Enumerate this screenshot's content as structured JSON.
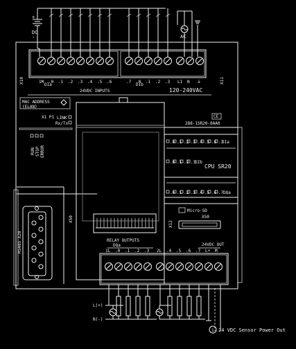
{
  "top": {
    "dc_plus": "+",
    "dc_label": "DC",
    "dc_minus": "-",
    "ac_label": "AC"
  },
  "input_block": {
    "port_label": "X10",
    "terminals_left": [
      "1M",
      ".0",
      ".1",
      ".2",
      ".3",
      ".4",
      ".5",
      ".6"
    ],
    "terminals_right": [
      ".7",
      ".0",
      ".1",
      ".2",
      ".3"
    ],
    "terminals_power": [
      "L1",
      "N",
      "⏚"
    ],
    "group_label_left": "DIa",
    "group_label_right": "DIb",
    "inputs_label": "24VDC INPUTS",
    "power_label": "120-240VAC",
    "x11_label": "X11"
  },
  "left_panel": {
    "mac_line1": "MAC ADDRESS",
    "mac_line2": "(ELAN)",
    "x1_label": "X1 P1",
    "link_label": "LINK",
    "rxtx_label": "Rx/Tx",
    "status_labels": [
      "RUN",
      "STOP",
      "ERROR"
    ],
    "rs485_label": "RS485 X20",
    "side_label": "X50"
  },
  "right_panel": {
    "ce_mark": "CE",
    "part_number": "288-1SR20-0AA0",
    "di_leds_a": [
      ".0",
      ".1",
      ".2",
      ".3",
      ".4",
      ".5",
      ".6",
      ".7"
    ],
    "di_leds_a_label": "DIa",
    "di_leds_b": [
      ".0",
      ".1",
      ".2",
      ".3"
    ],
    "di_leds_b_label": "DIb",
    "cpu_label": "CPU SR20",
    "do_leds": [
      ".0",
      ".1",
      ".2",
      ".3",
      ".4",
      ".5",
      ".6",
      ".7"
    ],
    "do_leds_label": "DQa",
    "micro_sd_label": "Micro-SD",
    "micro_sd_port": "X50",
    "x12_label": "X12"
  },
  "output_block": {
    "relay_label": "RELAY OUTPUTS",
    "dqa_label": "DQa",
    "dc_out_label": "24VDC OUT",
    "terminals": [
      "1L",
      ".0",
      ".1",
      ".2",
      ".3",
      "2L",
      ".4",
      ".5",
      ".6",
      ".7",
      "L+",
      "M"
    ]
  },
  "bottom": {
    "line_label": "L(+)",
    "neutral_label": "N(-)",
    "note_number": "1",
    "note_text": "24 VDC Sensor Power Out"
  }
}
